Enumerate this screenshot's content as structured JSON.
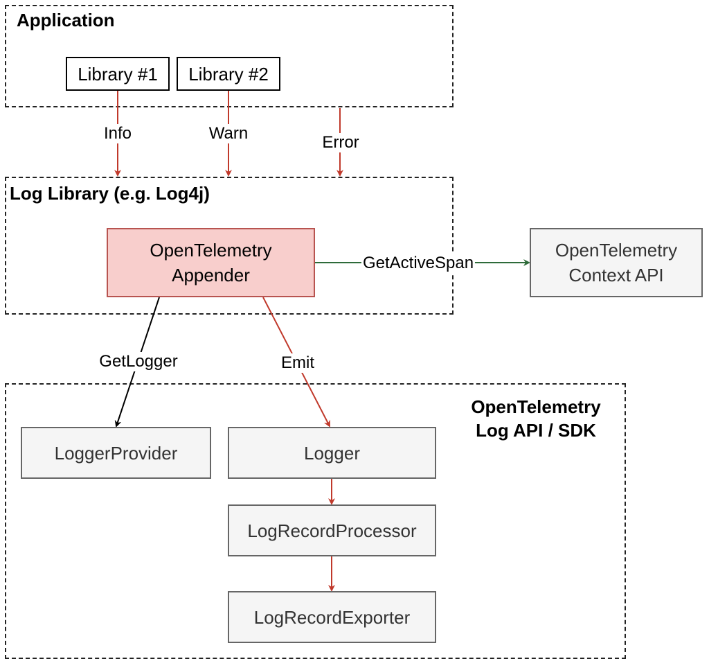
{
  "containers": {
    "application": "Application",
    "log_library": "Log Library (e.g. Log4j)",
    "otel_sdk_line1": "OpenTelemetry",
    "otel_sdk_line2": "Log API / SDK"
  },
  "nodes": {
    "library1": "Library #1",
    "library2": "Library #2",
    "appender_line1": "OpenTelemetry",
    "appender_line2": "Appender",
    "context_api_line1": "OpenTelemetry",
    "context_api_line2": "Context API",
    "logger_provider": "LoggerProvider",
    "logger": "Logger",
    "log_record_processor": "LogRecordProcessor",
    "log_record_exporter": "LogRecordExporter"
  },
  "edges": {
    "info": "Info",
    "warn": "Warn",
    "error": "Error",
    "get_active_span": "GetActiveSpan",
    "get_logger": "GetLogger",
    "emit": "Emit"
  },
  "colors": {
    "red_arrow": "#c0392b",
    "green_arrow": "#2e6b3a",
    "black_arrow": "#000000",
    "appender_fill": "#f8cecc",
    "appender_border": "#b85450",
    "gray_fill": "#f5f5f5",
    "gray_border": "#666666"
  }
}
